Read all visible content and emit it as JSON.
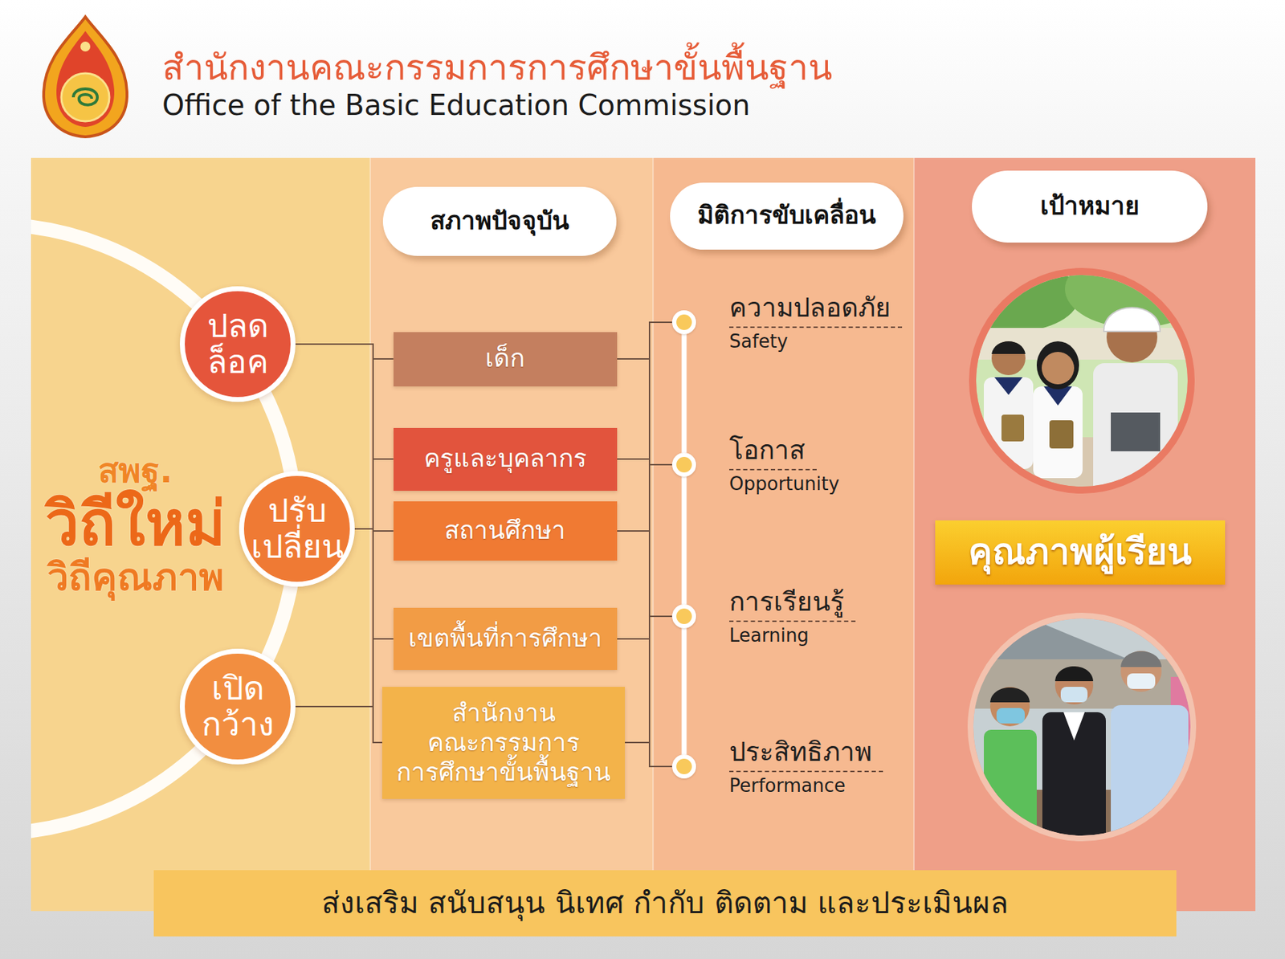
{
  "diagram": {
    "title": "สำนักงานคณะกรรมการการศึกษาขั้นพื้นฐาน",
    "nodes": [
      {
        "text": [
          "สภาพปัจจุบัน"
        ]
      },
      {
        "text": [
          "มิติการขับเคลื่อน"
        ]
      },
      {
        "text": [
          "เป้าหมาย"
        ]
      },
      {
        "text": [
          "สพฐ.",
          "วิถีใหม่",
          "วิถีคุณภาพ"
        ]
      },
      {
        "text": [
          "ปลด ล็อค"
        ]
      },
      {
        "text": [
          "ปรับ เปลี่ยน"
        ]
      },
      {
        "text": [
          "เปิด กว้าง"
        ]
      },
      {
        "text": [
          "เด็ก"
        ]
      },
      {
        "text": [
          "ครูและบุคลากร"
        ]
      },
      {
        "text": [
          "สถานศึกษา"
        ]
      },
      {
        "text": [
          "เขตพื้นที่การศึกษา"
        ]
      },
      {
        "text": [
          "สำนักงาน คณะกรรมการ การศึกษาขั้นพื้นฐาน"
        ]
      },
      {
        "text": [
          "ความปลอดภัย",
          "Safety"
        ]
      },
      {
        "text": [
          "โอกาส",
          "Opportunity"
        ]
      },
      {
        "text": [
          "การเรียนรู้",
          "Learning"
        ]
      },
      {
        "text": [
          "ประสิทธิภาพ",
          "Performance"
        ]
      },
      {
        "text": [
          "คุณภาพผู้เรียน"
        ]
      },
      {
        "text": [
          "ส่งเสริม สนับสนุน นิเทศ กำกับ ติดตาม และประเมินผล"
        ]
      }
    ],
    "edges": [
      {
        "from": 4,
        "to": 7,
        "arrow": "none"
      },
      {
        "from": 4,
        "to": 8,
        "arrow": "none"
      },
      {
        "from": 4,
        "to": 9,
        "arrow": "none"
      },
      {
        "from": 4,
        "to": 10,
        "arrow": "none"
      },
      {
        "from": 4,
        "to": 11,
        "arrow": "none"
      },
      {
        "from": 5,
        "to": 7,
        "arrow": "none"
      },
      {
        "from": 5,
        "to": 8,
        "arrow": "none"
      },
      {
        "from": 5,
        "to": 9,
        "arrow": "none"
      },
      {
        "from": 5,
        "to": 10,
        "arrow": "none"
      },
      {
        "from": 5,
        "to": 11,
        "arrow": "none"
      },
      {
        "from": 6,
        "to": 7,
        "arrow": "none"
      },
      {
        "from": 6,
        "to": 8,
        "arrow": "none"
      },
      {
        "from": 6,
        "to": 9,
        "arrow": "none"
      },
      {
        "from": 6,
        "to": 10,
        "arrow": "none"
      },
      {
        "from": 6,
        "to": 11,
        "arrow": "none"
      },
      {
        "from": 7,
        "to": 12,
        "arrow": "none"
      },
      {
        "from": 7,
        "to": 13,
        "arrow": "none"
      },
      {
        "from": 7,
        "to": 14,
        "arrow": "none"
      },
      {
        "from": 7,
        "to": 15,
        "arrow": "none"
      },
      {
        "from": 8,
        "to": 12,
        "arrow": "none"
      },
      {
        "from": 8,
        "to": 13,
        "arrow": "none"
      },
      {
        "from": 8,
        "to": 14,
        "arrow": "none"
      },
      {
        "from": 8,
        "to": 15,
        "arrow": "none"
      },
      {
        "from": 9,
        "to": 12,
        "arrow": "none"
      },
      {
        "from": 9,
        "to": 13,
        "arrow": "none"
      },
      {
        "from": 9,
        "to": 14,
        "arrow": "none"
      },
      {
        "from": 9,
        "to": 15,
        "arrow": "none"
      },
      {
        "from": 10,
        "to": 12,
        "arrow": "none"
      },
      {
        "from": 10,
        "to": 13,
        "arrow": "none"
      },
      {
        "from": 10,
        "to": 14,
        "arrow": "none"
      },
      {
        "from": 10,
        "to": 15,
        "arrow": "none"
      },
      {
        "from": 11,
        "to": 12,
        "arrow": "none"
      },
      {
        "from": 11,
        "to": 13,
        "arrow": "none"
      },
      {
        "from": 11,
        "to": 14,
        "arrow": "none"
      },
      {
        "from": 11,
        "to": 15,
        "arrow": "none"
      },
      {
        "from": 12,
        "to": 13,
        "arrow": "none"
      },
      {
        "from": 13,
        "to": 14,
        "arrow": "none"
      },
      {
        "from": 14,
        "to": 15,
        "arrow": "none"
      }
    ],
    "labels": [
      "Office of the Basic Education Commission"
    ]
  }
}
